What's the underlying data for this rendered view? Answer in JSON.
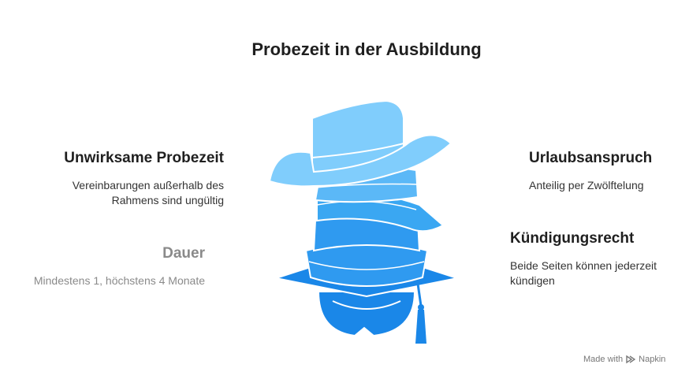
{
  "title": "Probezeit in der Ausbildung",
  "items": {
    "unwirksam": {
      "heading": "Unwirksame Probezeit",
      "description_line1": "Vereinbarungen außerhalb des",
      "description_line2": "Rahmens sind ungültig"
    },
    "dauer": {
      "heading": "Dauer",
      "description": "Mindestens 1, höchstens 4 Monate"
    },
    "urlaub": {
      "heading": "Urlaubsanspruch",
      "description": "Anteilig per Zwölftelung"
    },
    "kuendigung": {
      "heading": "Kündigungsrecht",
      "description_line1": "Beide Seiten können jederzeit",
      "description_line2": "kündigen"
    }
  },
  "watermark": {
    "prefix": "Made with",
    "brand": "Napkin"
  },
  "colors": {
    "cowboy_hat": "#80cdfc",
    "beanie": "#5bb8f7",
    "cap": "#3aa7f2",
    "bucket_hat": "#2f9af0",
    "mortarboard": "#1a87e8"
  },
  "icons": [
    "cowboy-hat-icon",
    "beanie-icon",
    "baseball-cap-icon",
    "bucket-hat-icon",
    "graduation-cap-icon"
  ]
}
